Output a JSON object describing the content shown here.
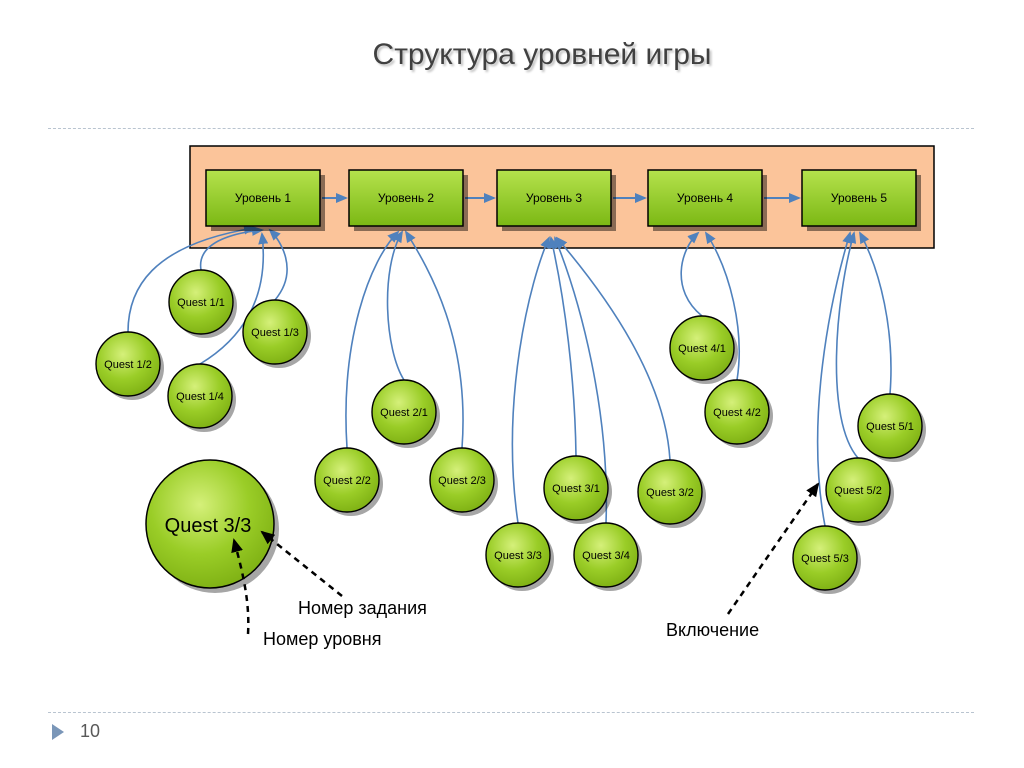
{
  "title": "Структура уровней игры",
  "page_number": "10",
  "levels": [
    {
      "id": "L1",
      "label": "Уровень 1"
    },
    {
      "id": "L2",
      "label": "Уровень 2"
    },
    {
      "id": "L3",
      "label": "Уровень 3"
    },
    {
      "id": "L4",
      "label": "Уровень 4"
    },
    {
      "id": "L5",
      "label": "Уровень 5"
    }
  ],
  "quests": [
    {
      "id": "q11",
      "label": "Quest 1/1",
      "level": "L1"
    },
    {
      "id": "q12",
      "label": "Quest 1/2",
      "level": "L1"
    },
    {
      "id": "q13",
      "label": "Quest 1/3",
      "level": "L1"
    },
    {
      "id": "q14",
      "label": "Quest 1/4",
      "level": "L1"
    },
    {
      "id": "q21",
      "label": "Quest 2/1",
      "level": "L2"
    },
    {
      "id": "q22",
      "label": "Quest 2/2",
      "level": "L2"
    },
    {
      "id": "q23",
      "label": "Quest 2/3",
      "level": "L2"
    },
    {
      "id": "q31",
      "label": "Quest 3/1",
      "level": "L3"
    },
    {
      "id": "q32",
      "label": "Quest 3/2",
      "level": "L3"
    },
    {
      "id": "q33",
      "label": "Quest 3/3",
      "level": "L3"
    },
    {
      "id": "q34",
      "label": "Quest 3/4",
      "level": "L3"
    },
    {
      "id": "q41",
      "label": "Quest 4/1",
      "level": "L4"
    },
    {
      "id": "q42",
      "label": "Quest 4/2",
      "level": "L4"
    },
    {
      "id": "q51",
      "label": "Quest 5/1",
      "level": "L5"
    },
    {
      "id": "q52",
      "label": "Quest 5/2",
      "level": "L5"
    },
    {
      "id": "q53",
      "label": "Quest 5/3",
      "level": "L5"
    }
  ],
  "legend": {
    "sample_label": "Quest 3/3",
    "task_number_label": "Номер задания",
    "level_number_label": "Номер уровня",
    "inclusion_label": "Включение"
  },
  "colors": {
    "panel_fill": "#fbc49a",
    "level_fill": "#8ecb1d",
    "quest_fill": "#9acd27",
    "connector": "#4f81bd"
  }
}
